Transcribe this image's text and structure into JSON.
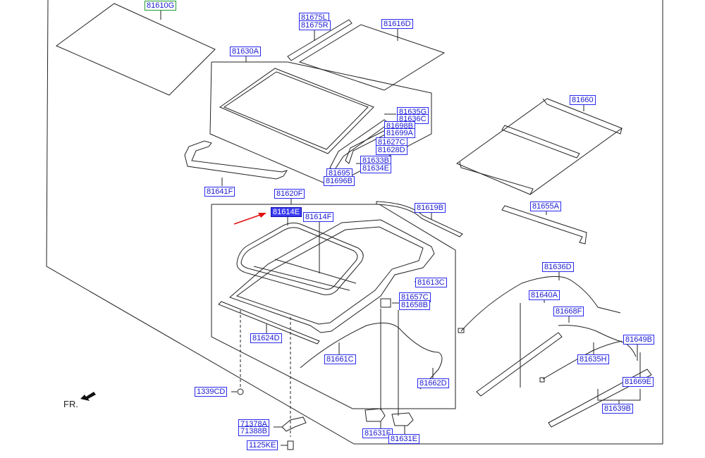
{
  "labels": {
    "p81610G": "81610G",
    "p81675L": "81675L",
    "p81675R": "81675R",
    "p81616D": "81616D",
    "p81630A": "81630A",
    "p81635G": "81635G",
    "p81636C": "81636C",
    "p81698B": "81698B",
    "p81699A": "81699A",
    "p81627C": "81627C",
    "p81628D": "81628D",
    "p81633B": "81633B",
    "p81634E": "81634E",
    "p81695": "81695",
    "p81696B": "81696B",
    "p81641F": "81641F",
    "p81620F": "81620F",
    "p81614E": "81614E",
    "p81614F": "81614F",
    "p81619B": "81619B",
    "p81660": "81660",
    "p81655A": "81655A",
    "p81613C": "81613C",
    "p81657C": "81657C",
    "p81658B": "81658B",
    "p81624D": "81624D",
    "p81661C": "81661C",
    "p81662D": "81662D",
    "p81636D": "81636D",
    "p81640A": "81640A",
    "p81668F": "81668F",
    "p81649B": "81649B",
    "p81635H": "81635H",
    "p81669E": "81669E",
    "p81639B": "81639B",
    "p1339CD": "1339CD",
    "p71378A": "71378A",
    "p71388B": "71388B",
    "p1125KE": "1125KE",
    "p81631F": "81631F",
    "p81631E": "81631E"
  },
  "direction_label": "FR.",
  "colors": {
    "label_text": "#1a1ad0",
    "label_border": "#2a2af0",
    "selected_fill": "#3b3bf0",
    "highlight_border": "#1f9a2f",
    "pointer_arrow": "#e01010",
    "line_art": "#222222"
  }
}
